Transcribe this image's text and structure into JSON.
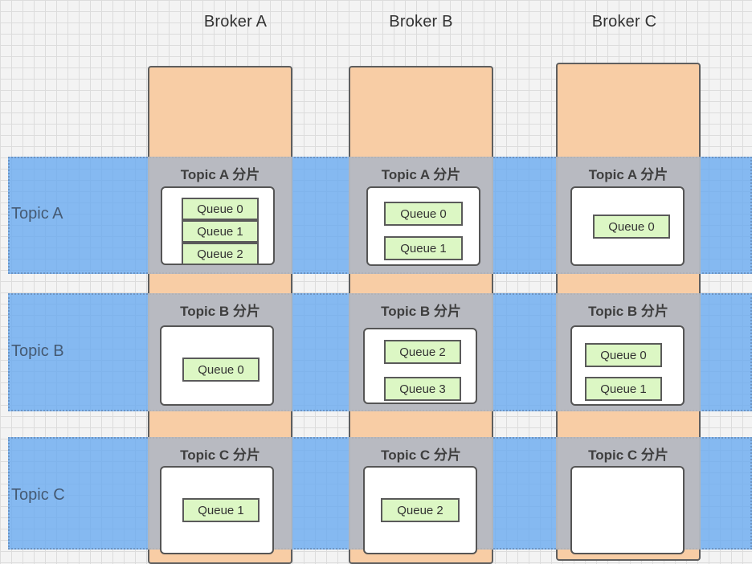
{
  "brokers": [
    "Broker A",
    "Broker B",
    "Broker C"
  ],
  "topics": [
    "Topic A",
    "Topic B",
    "Topic C"
  ],
  "shard_titles": {
    "topic_a": "Topic A 分片",
    "topic_b": "Topic B 分片",
    "topic_c": "Topic C 分片"
  },
  "queues": {
    "broker_a": {
      "topic_a": [
        "Queue 0",
        "Queue 1",
        "Queue 2"
      ],
      "topic_b": [
        "Queue 0"
      ],
      "topic_c": [
        "Queue 1"
      ]
    },
    "broker_b": {
      "topic_a": [
        "Queue 0",
        "Queue 1"
      ],
      "topic_b": [
        "Queue 2",
        "Queue 3"
      ],
      "topic_c": [
        "Queue 2"
      ]
    },
    "broker_c": {
      "topic_a": [
        "Queue 0"
      ],
      "topic_b": [
        "Queue 0",
        "Queue 1"
      ],
      "topic_c": []
    }
  },
  "colors": {
    "broker_fill": "#f8cda5",
    "topic_band": "#69aaf0",
    "shard_fill": "#c8beb6",
    "queue_fill": "#dcf7c4"
  }
}
